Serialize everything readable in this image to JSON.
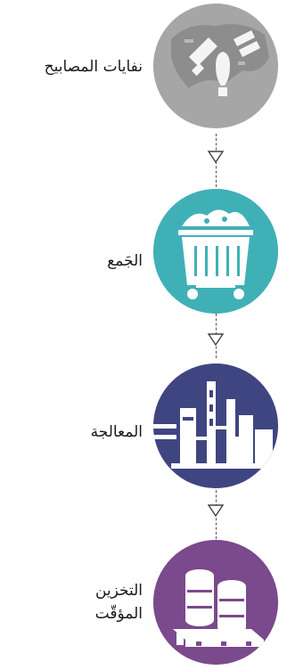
{
  "steps": [
    {
      "label": "نفايات المصابيح",
      "color": "#a6a6a6"
    },
    {
      "label": "الجَمع",
      "color": "#3fb1b6"
    },
    {
      "label": "المعالجة",
      "color": "#3f4580"
    },
    {
      "label": "التخزين\nالمؤقّت",
      "label_lines": [
        "التخزين",
        "المؤقّت"
      ],
      "color": "#7a4a8c"
    }
  ]
}
